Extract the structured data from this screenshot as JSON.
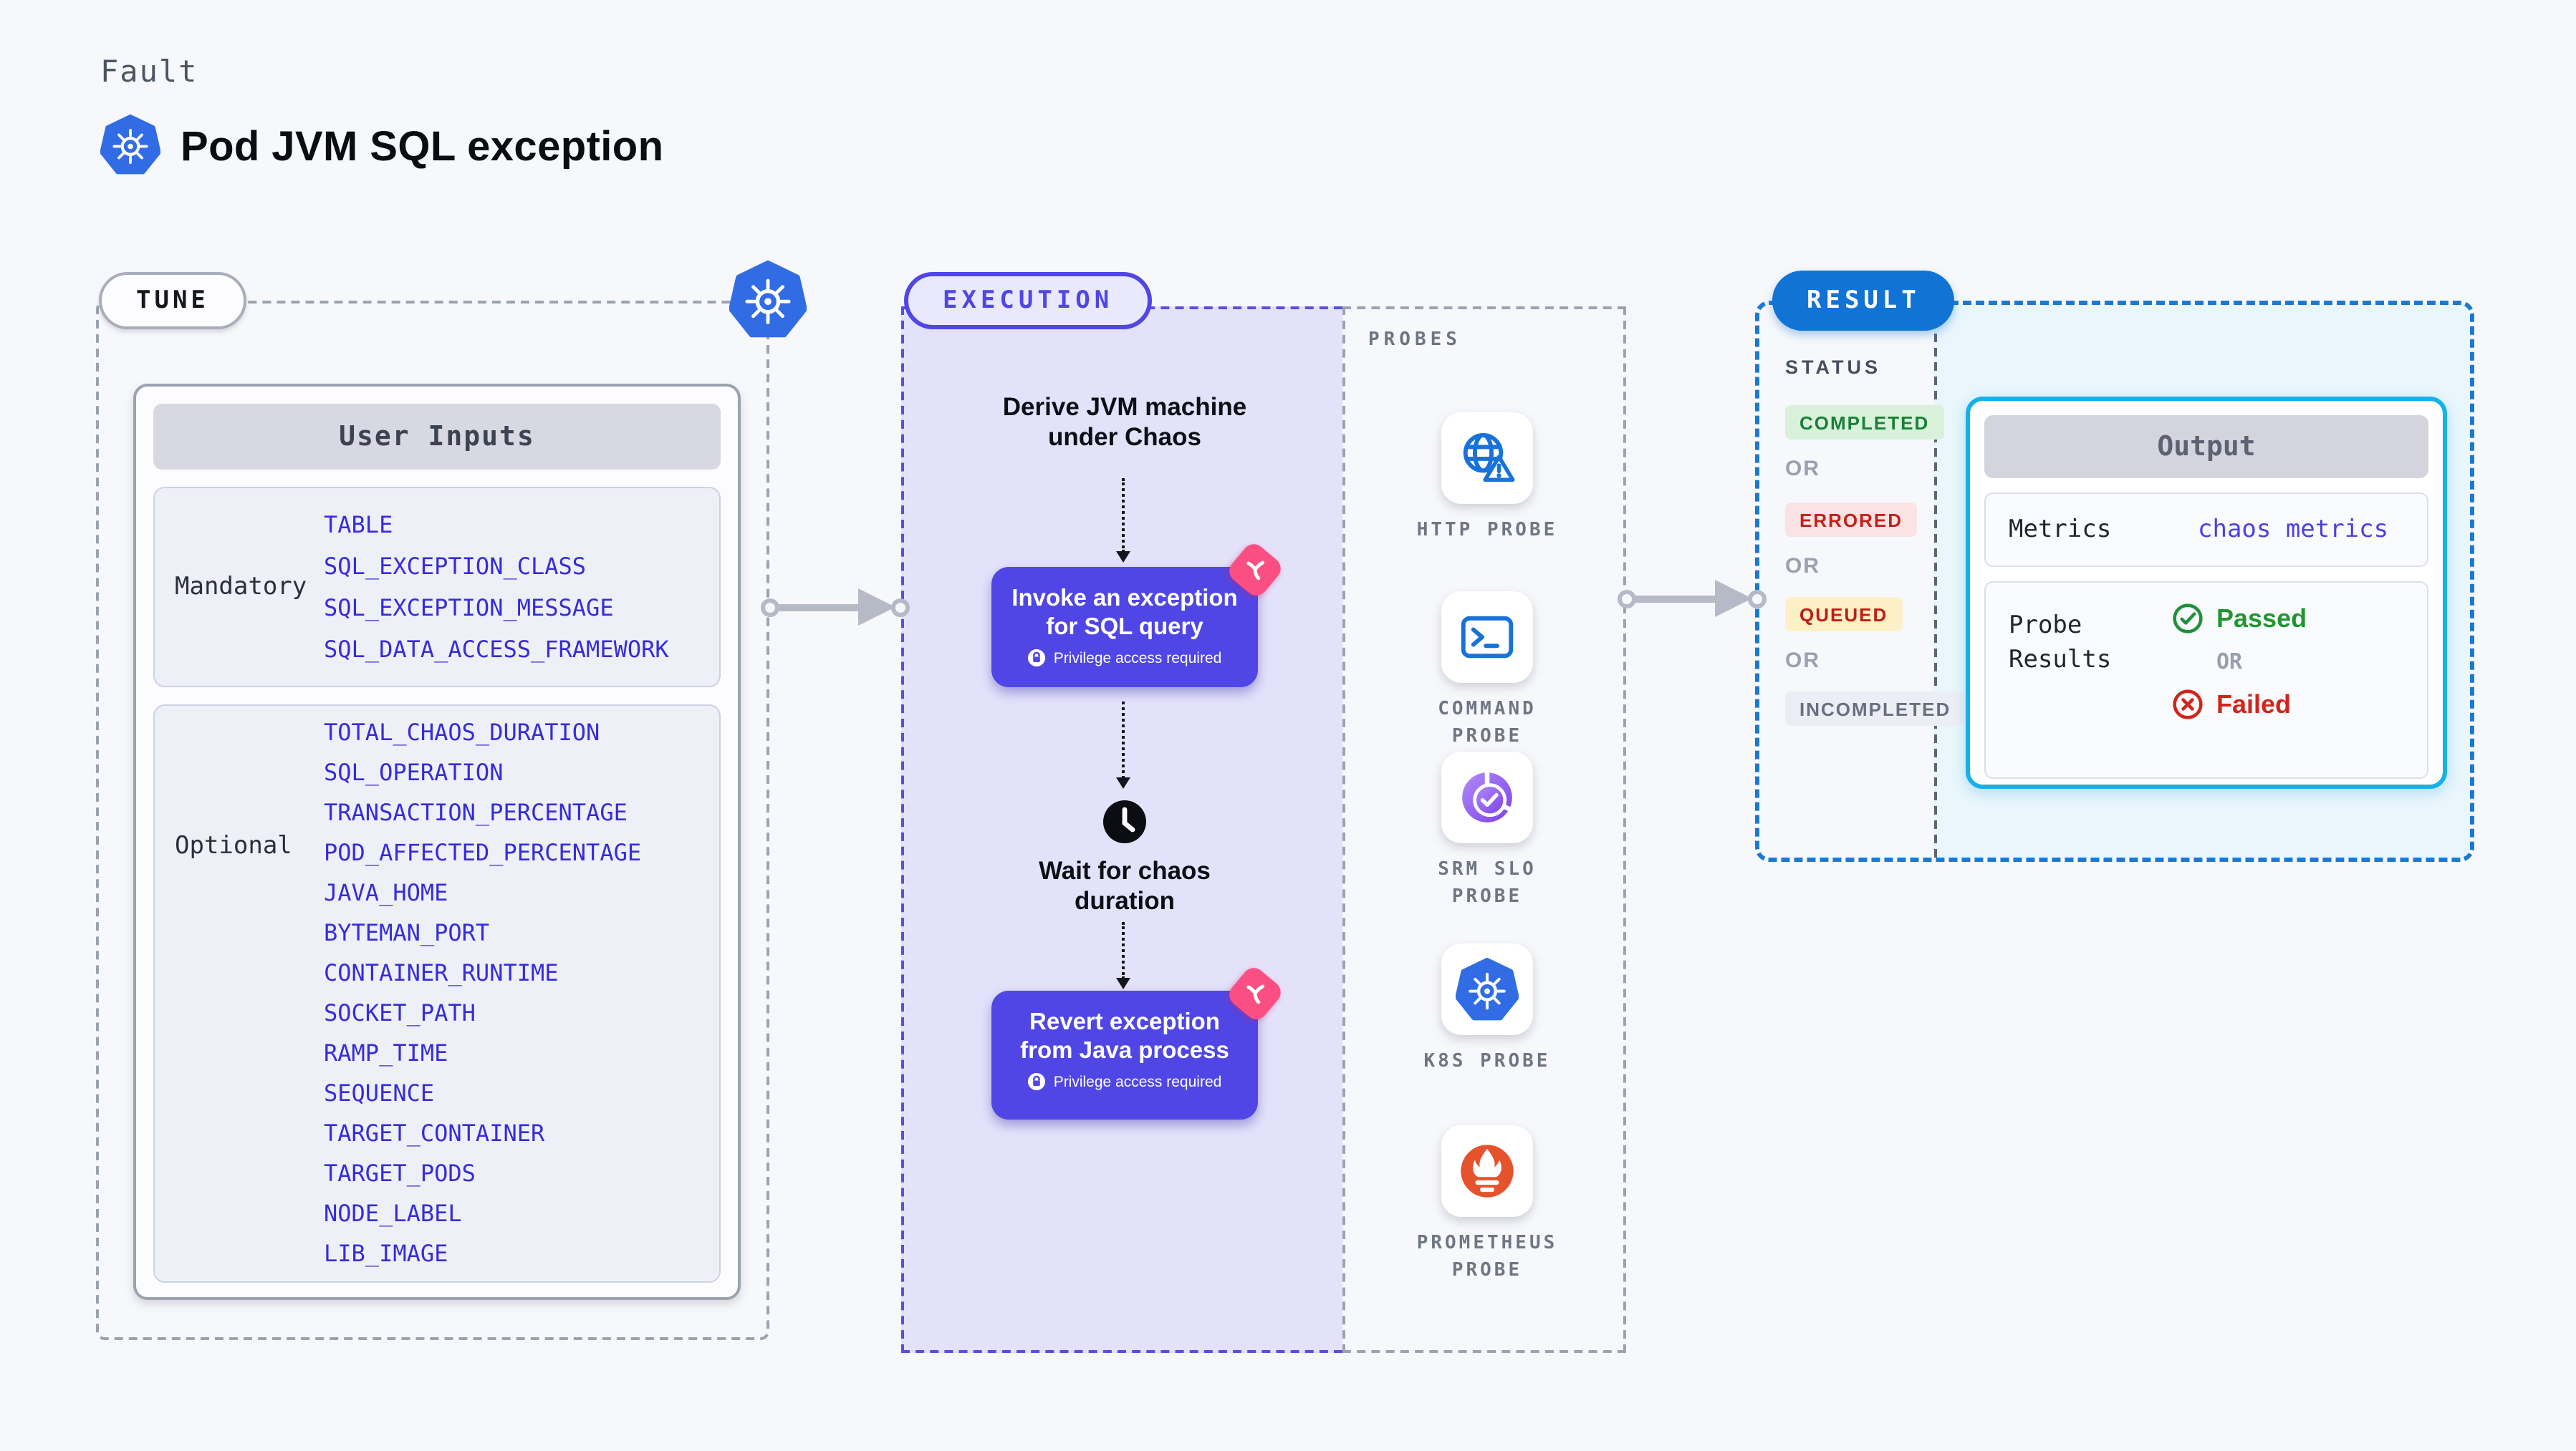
{
  "page": {
    "kicker": "Fault",
    "title": "Pod JVM SQL exception"
  },
  "colors": {
    "background": "#f7f8fb",
    "accent_indigo": "#4f46e5",
    "accent_pink": "#fb4f84",
    "k8s_blue": "#326ce5",
    "probe_icon_blue": "#1872d9",
    "result_blue": "#1173d4",
    "cyan_border": "#17b0e8",
    "cyan_fill": "#e9f6fc",
    "param_blue": "#362cd9"
  },
  "tune": {
    "badge": "TUNE",
    "user_inputs": {
      "header": "User Inputs",
      "mandatory": {
        "label": "Mandatory",
        "items": [
          "TABLE",
          "SQL_EXCEPTION_CLASS",
          "SQL_EXCEPTION_MESSAGE",
          "SQL_DATA_ACCESS_FRAMEWORK"
        ]
      },
      "optional": {
        "label": "Optional",
        "items": [
          "TOTAL_CHAOS_DURATION",
          "SQL_OPERATION",
          "TRANSACTION_PERCENTAGE",
          "POD_AFFECTED_PERCENTAGE",
          "JAVA_HOME",
          "BYTEMAN_PORT",
          "CONTAINER_RUNTIME",
          "SOCKET_PATH",
          "RAMP_TIME",
          "SEQUENCE",
          "TARGET_CONTAINER",
          "TARGET_PODS",
          "NODE_LABEL",
          "LIB_IMAGE"
        ]
      }
    }
  },
  "execution": {
    "badge": "EXECUTION",
    "derive_step": "Derive JVM machine under Chaos",
    "invoke_step": {
      "title": "Invoke an exception for SQL query",
      "note": "Privilege access required"
    },
    "wait_step": "Wait for chaos duration",
    "revert_step": {
      "title": "Revert exception from Java process",
      "note": "Privilege access required"
    }
  },
  "probes": {
    "title": "PROBES",
    "items": [
      {
        "label": "HTTP PROBE",
        "icon": "globe-alert-icon"
      },
      {
        "label": "COMMAND PROBE",
        "icon": "terminal-icon"
      },
      {
        "label": "SRM SLO PROBE",
        "icon": "pie-check-icon"
      },
      {
        "label": "K8S PROBE",
        "icon": "kubernetes-icon"
      },
      {
        "label": "PROMETHEUS PROBE",
        "icon": "prometheus-icon"
      }
    ]
  },
  "result": {
    "badge": "RESULT",
    "status_label": "STATUS",
    "or_label": "OR",
    "statuses": [
      {
        "label": "COMPLETED",
        "bg": "#d9f1db",
        "color": "#1a8038"
      },
      {
        "label": "ERRORED",
        "bg": "#fbe3e3",
        "color": "#c2211d"
      },
      {
        "label": "QUEUED",
        "bg": "#fdf0c6",
        "color": "#bf1c15"
      },
      {
        "label": "INCOMPLETED",
        "bg": "#eceef5",
        "color": "#68707f"
      }
    ],
    "output": {
      "header": "Output",
      "metrics_label": "Metrics",
      "metrics_value": "chaos metrics",
      "probe_results_label": "Probe Results",
      "passed_label": "Passed",
      "or_label": "OR",
      "failed_label": "Failed"
    }
  }
}
